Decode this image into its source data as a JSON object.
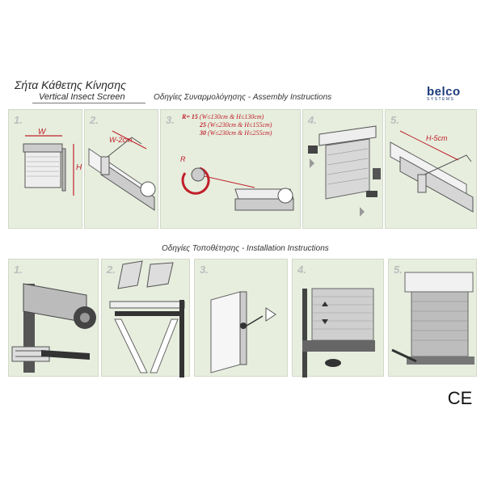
{
  "header": {
    "title_gr": "Σήτα Κάθετης Κίνησης",
    "title_en": "Vertical Insect Screen",
    "assembly_title": "Οδηγίες Συναρμολόγησης - Assembly Instructions",
    "installation_title": "Οδηγίες Τοποθέτησης - Installation Instructions"
  },
  "logo": {
    "brand": "belco",
    "sub": "SYSTEMS"
  },
  "assembly_steps": [
    {
      "num": "1.",
      "labels": [
        "W",
        "H"
      ]
    },
    {
      "num": "2.",
      "labels": [
        "W-2cm"
      ]
    },
    {
      "num": "3.",
      "r_list": [
        {
          "r": "R= 15",
          "dims": "(W≤130cm & H≤130cm)"
        },
        {
          "r": "25",
          "dims": "(W≤230cm & H≤155cm)"
        },
        {
          "r": "30",
          "dims": "(W≤230cm & H≤255cm)"
        }
      ],
      "labels": [
        "R"
      ]
    },
    {
      "num": "4.",
      "labels": []
    },
    {
      "num": "5.",
      "labels": [
        "H-5cm"
      ]
    }
  ],
  "installation_steps": [
    {
      "num": "1."
    },
    {
      "num": "2."
    },
    {
      "num": "3."
    },
    {
      "num": "4."
    },
    {
      "num": "5."
    }
  ],
  "mark": "CE"
}
